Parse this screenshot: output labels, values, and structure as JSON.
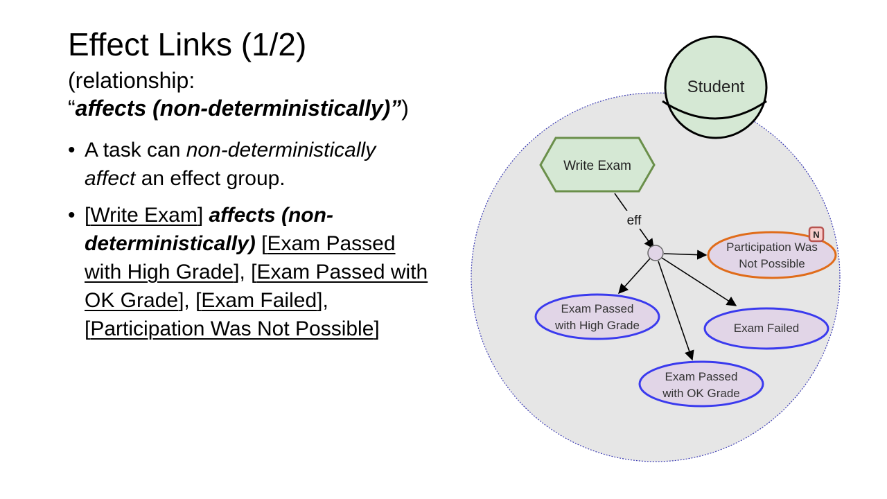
{
  "slide": {
    "title": "Effect Links (1/2)",
    "subtitle_line1": "(relationship:",
    "subtitle_open_quote": "“",
    "subtitle_emph": "affects (non-deterministically)”",
    "subtitle_close": ")"
  },
  "bullets": {
    "b1": {
      "t1": "A task can ",
      "t2": "non-deterministically affect",
      "t3": " an effect group."
    },
    "b2": {
      "t1": "[",
      "task": "Write Exam",
      "t2": "] ",
      "rel": "affects (non-deterministically)",
      "t3": " [",
      "e1": "Exam Passed with High Grade",
      "t4": "], [",
      "e2": "Exam Passed with OK Grade",
      "t5": "], [",
      "e3": "Exam Failed",
      "t6": "], [",
      "e4": "Participation Was Not Possible",
      "t7": "]"
    }
  },
  "diagram": {
    "actor": "Student",
    "task": "Write Exam",
    "link_label": "eff",
    "badge": "N",
    "effects": {
      "participation_l1": "Participation Was",
      "participation_l2": "Not Possible",
      "high_l1": "Exam Passed",
      "high_l2": "with High Grade",
      "failed": "Exam Failed",
      "ok_l1": "Exam Passed",
      "ok_l2": "with OK Grade"
    },
    "colors": {
      "boundary_fill": "#e6e6e6",
      "boundary_stroke": "#3b3bb3",
      "actor_fill": "#d5e8d4",
      "task_fill": "#d5e8d4",
      "task_stroke": "#6a8f4a",
      "effect_fill": "#e1d5e7",
      "effect_stroke": "#3a3aee",
      "special_stroke": "#e06c1a",
      "badge_fill": "#f8cecc",
      "badge_stroke": "#b85450"
    }
  }
}
